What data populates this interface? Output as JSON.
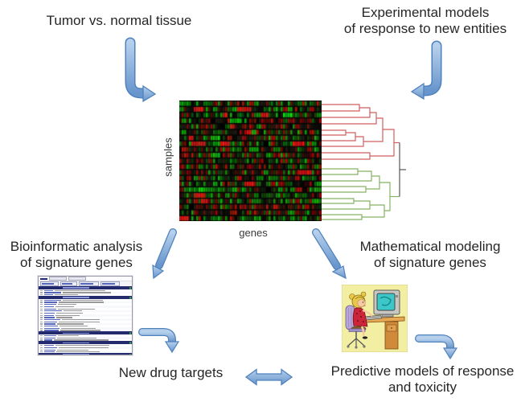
{
  "labels": {
    "tumor": "Tumor vs. normal tissue",
    "experimental_line1": "Experimental models",
    "experimental_line2": "of response to new entities",
    "bioinformatic_line1": "Bioinformatic analysis",
    "bioinformatic_line2": "of signature genes",
    "mathematical_line1": "Mathematical modeling",
    "mathematical_line2": "of signature genes",
    "new_drug_targets": "New drug targets",
    "predictive_line1": "Predictive models of response",
    "predictive_line2": "and toxicity",
    "heatmap_y_axis": "samples",
    "heatmap_x_axis": "genes"
  },
  "colors": {
    "text": "#262626",
    "arrow_fill_light": "#b6d0ec",
    "arrow_fill_dark": "#6795cc",
    "arrow_border": "#4f81bd",
    "dendrogram_red": "#d05f5f",
    "dendrogram_green": "#86b263",
    "dendrogram_root": "#555555",
    "heatmap_background": "#060606",
    "heatmap_green": "#22a833",
    "heatmap_red": "#cc2020",
    "table_band_navy": "#232a6d",
    "table_link_blue": "#5566bb",
    "table_text_gray": "#999999",
    "table_dot_green": "#3aa63a",
    "cartoon_background": "#f3efa2"
  },
  "gene_table": {
    "pattern": [
      "toolbar",
      "filters",
      "band",
      3,
      "band",
      15,
      "band",
      3,
      "band",
      4,
      "band",
      1
    ]
  }
}
